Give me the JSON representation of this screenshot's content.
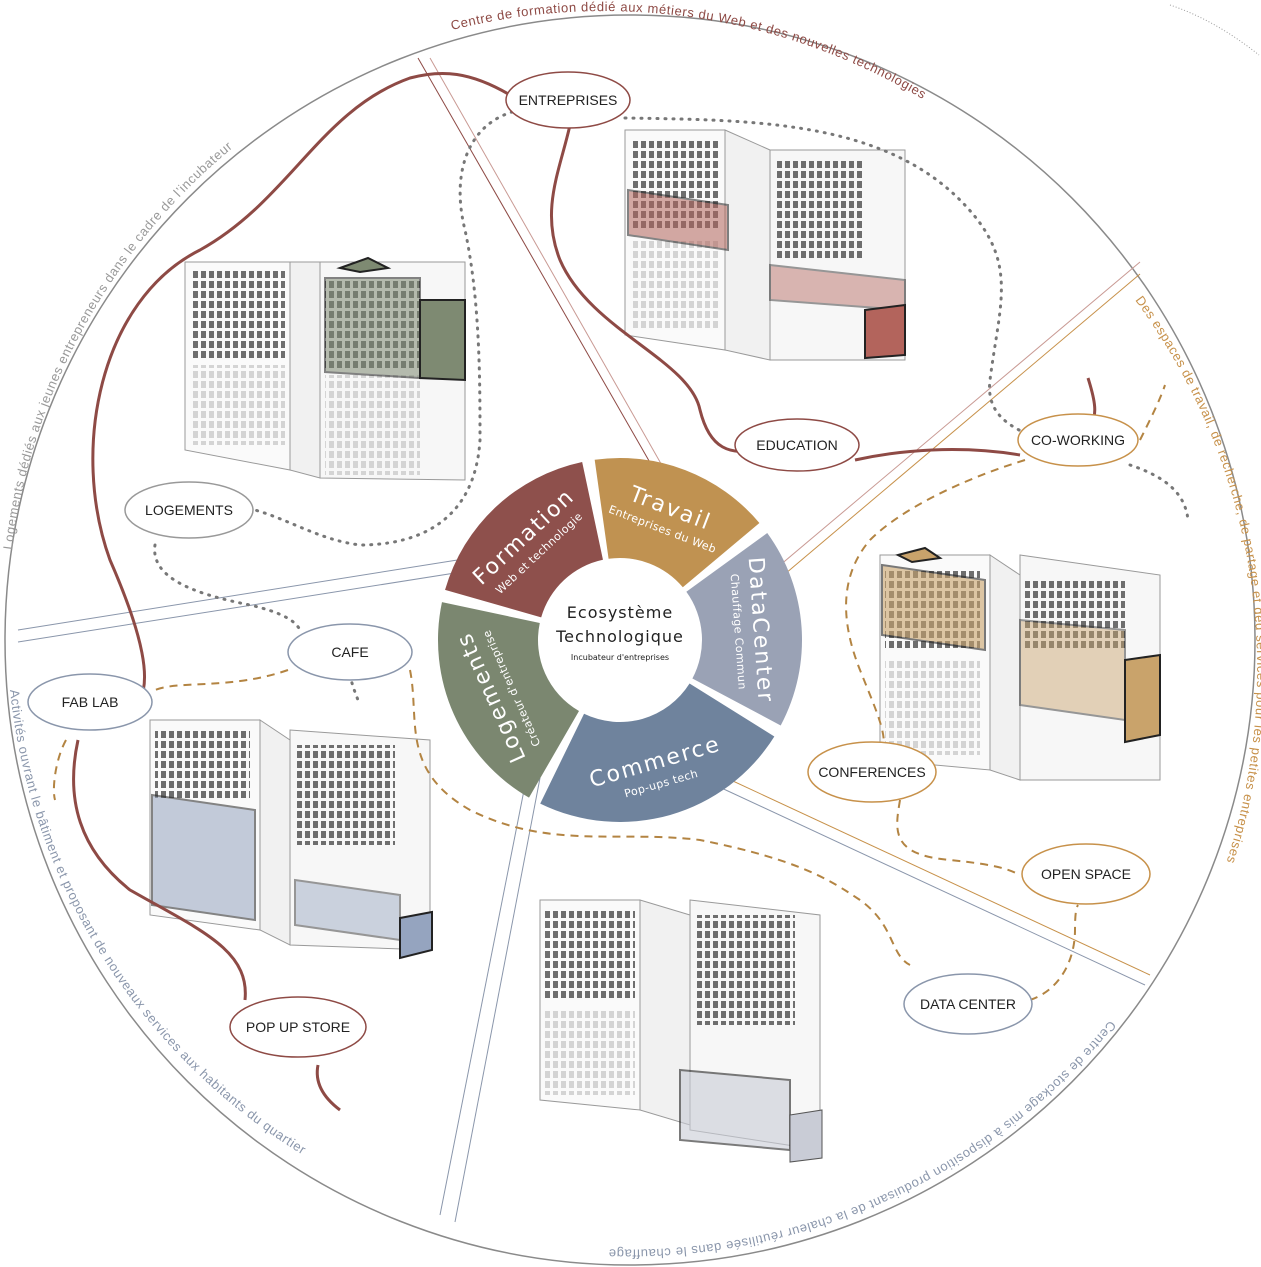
{
  "perimeter_captions": {
    "formation": "Centre de formation dédié aux métiers du Web et des nouvelles technologies",
    "travail": "Des espaces de travail, de recherche, de partage et ded services pour les petites entreprises",
    "datacenter": "Centre de stockage mis à disposition produisant de la chaleur réutilisée dans le chauffage",
    "commerce": "Activités ouvrant le bâtiment et proposant de nouveaux services aux habitants du quartier",
    "logements": "Logements dédiés aux jeunes entrepreneurs dans le cadre de l’incubateur"
  },
  "hub": {
    "title_line1": "Ecosystème",
    "title_line2": "Technologique",
    "subtitle": "Incubateur d'entreprises"
  },
  "segments": [
    {
      "id": "logements",
      "title": "Logements",
      "subtitle": "Créateur d'entreprise",
      "color": "#7b8770"
    },
    {
      "id": "formation",
      "title": "Formation",
      "subtitle": "Web et technologie",
      "color": "#8e504c"
    },
    {
      "id": "travail",
      "title": "Travail",
      "subtitle": "Entreprises du Web",
      "color": "#c09251"
    },
    {
      "id": "datacenter",
      "title": "DataCenter",
      "subtitle": "Chauffage Commun",
      "color": "#9aa2b5"
    },
    {
      "id": "commerce",
      "title": "Commerce",
      "subtitle": "Pop-ups tech",
      "color": "#6f839d"
    }
  ],
  "nodes": {
    "entreprises": "ENTREPRISES",
    "education": "EDUCATION",
    "coworking": "CO-WORKING",
    "logements": "LOGEMENTS",
    "cafe": "CAFE",
    "fablab": "FAB LAB",
    "conferences": "CONFERENCES",
    "openspace": "OPEN SPACE",
    "datacenter": "DATA CENTER",
    "popupstore": "POP UP STORE"
  },
  "colors": {
    "formation_line": "#8e4a45",
    "travail_line": "#c7914a",
    "logements_dots": "#777777",
    "commerce_line": "#7b8aa3",
    "building_stroke": "#9a9a9a",
    "highlight_logements": "#7e8a72",
    "highlight_formation": "#b3645c",
    "highlight_travail": "#c9a36b",
    "highlight_commerce": "#95a4bf"
  }
}
